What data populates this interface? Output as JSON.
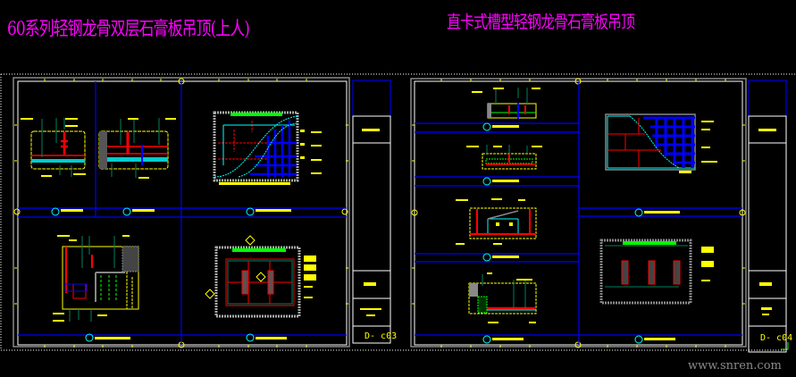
{
  "titles": {
    "left": "60系列轻钢龙骨双层石膏板吊顶(上人)",
    "right": "直卡式槽型轻钢龙骨石膏板吊顶"
  },
  "sheets": [
    {
      "sheet_no": "D- c03"
    },
    {
      "sheet_no": "D- c04"
    }
  ],
  "watermark": "www.snren.com",
  "colors": {
    "background": "#000000",
    "title": "#ff00ff",
    "frame": "#ffffff",
    "grid": "#0000ff",
    "annotation": "#ffff00",
    "leader": "#008060",
    "section": "#ff0000",
    "finish": "#00ffff"
  }
}
